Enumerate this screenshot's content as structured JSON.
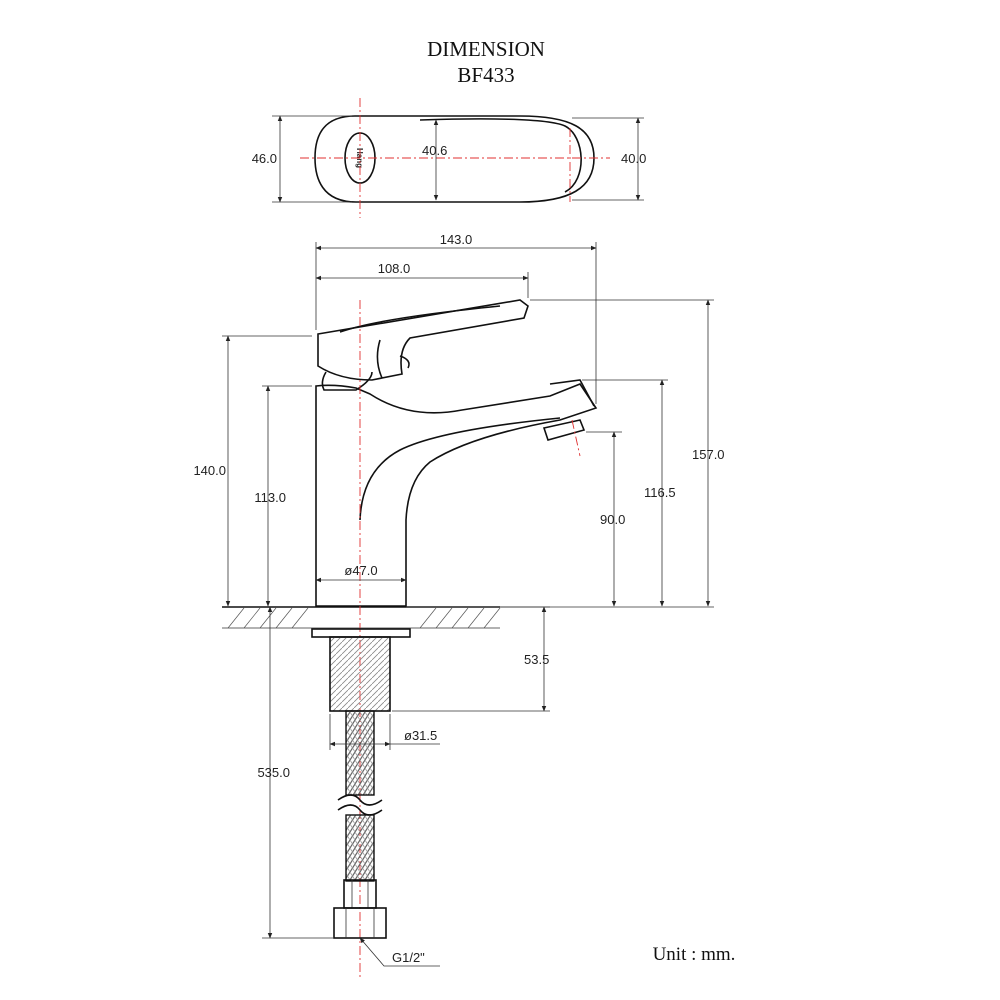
{
  "title": "DIMENSION",
  "model": "BF433",
  "brand_mark": "Hang",
  "unit": "Unit : mm.",
  "dimensions": {
    "top_width_left": "46.0",
    "top_length": "40.6",
    "top_width_right": "40.0",
    "overall_length": "143.0",
    "handle_length": "108.0",
    "body_height": "140.0",
    "base_height": "113.0",
    "overall_height": "157.0",
    "spout_height": "116.5",
    "outlet_height": "90.0",
    "base_diameter": "ø47.0",
    "shank_length": "53.5",
    "shank_diameter": "ø31.5",
    "hose_length": "535.0",
    "thread": "G1/2\""
  }
}
